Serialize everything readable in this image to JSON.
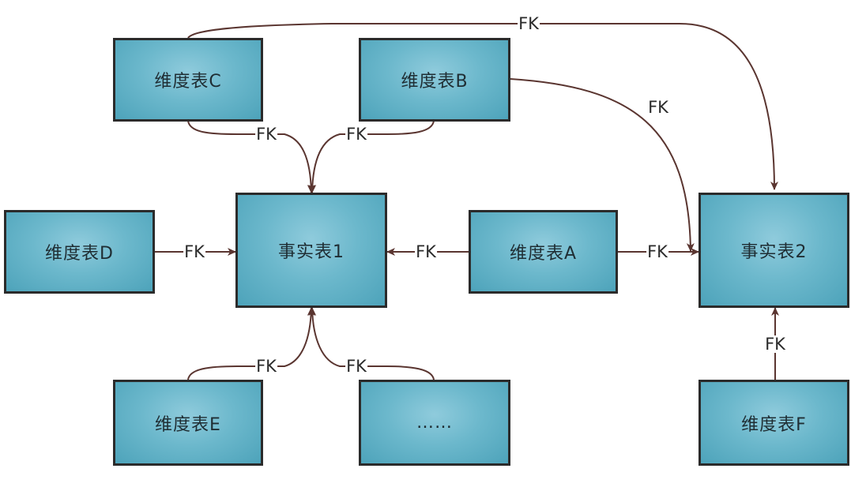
{
  "nodes": {
    "dim_c": "维度表C",
    "dim_b": "维度表B",
    "dim_d": "维度表D",
    "fact_1": "事实表1",
    "dim_a": "维度表A",
    "fact_2": "事实表2",
    "dim_e": "维度表E",
    "more": "……",
    "dim_f": "维度表F"
  },
  "relation_label": "FK",
  "colors": {
    "node_fill": "#6cb8cc",
    "node_border": "#2b2b2b",
    "connector": "#5a3530"
  }
}
